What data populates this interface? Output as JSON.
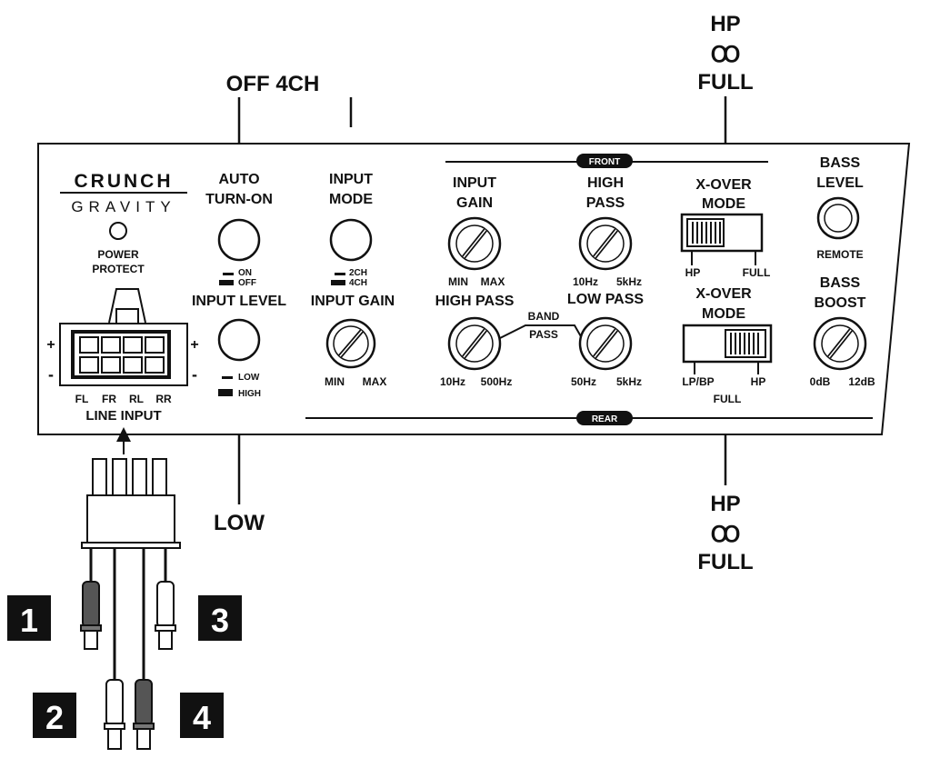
{
  "callouts": {
    "top_left": "OFF 4CH",
    "top_right_hp": "HP",
    "top_right_full": "FULL",
    "bottom_left": "LOW",
    "bottom_right_hp": "HP",
    "bottom_right_full": "FULL",
    "link_symbol": "Ꝏ"
  },
  "brand": {
    "name": "CRUNCH",
    "sub": "GRAVITY",
    "power_led": "POWER PROTECT",
    "power_l1": "POWER",
    "power_l2": "PROTECT"
  },
  "sections": {
    "front": "FRONT",
    "rear": "REAR"
  },
  "auto_turn_on": {
    "title_l1": "AUTO",
    "title_l2": "TURN-ON",
    "opt_on": "ON",
    "opt_off": "OFF"
  },
  "input_level": {
    "title": "INPUT LEVEL",
    "opt_low": "LOW",
    "opt_high": "HIGH"
  },
  "input_mode": {
    "title_l1": "INPUT",
    "title_l2": "MODE",
    "opt_2ch": "2CH",
    "opt_4ch": "4CH"
  },
  "input_gain_rear": {
    "title": "INPUT GAIN",
    "min": "MIN",
    "max": "MAX"
  },
  "input_gain_front": {
    "title_l1": "INPUT",
    "title_l2": "GAIN",
    "min": "MIN",
    "max": "MAX"
  },
  "high_pass_front": {
    "title_l1": "HIGH",
    "title_l2": "PASS",
    "min": "10Hz",
    "max": "5kHz"
  },
  "high_pass_rear": {
    "title": "HIGH PASS",
    "min": "10Hz",
    "max": "500Hz"
  },
  "low_pass_rear": {
    "title": "LOW PASS",
    "min": "50Hz",
    "max": "5kHz"
  },
  "band_pass": {
    "l1": "BAND",
    "l2": "PASS"
  },
  "xover_front": {
    "title_l1": "X-OVER",
    "title_l2": "MODE",
    "opt_hp": "HP",
    "opt_full": "FULL"
  },
  "xover_rear": {
    "title_l1": "X-OVER",
    "title_l2": "MODE",
    "opt_lpbp": "LP/BP",
    "opt_hp": "HP",
    "opt_full": "FULL"
  },
  "bass_level": {
    "title_l1": "BASS",
    "title_l2": "LEVEL",
    "remote": "REMOTE"
  },
  "bass_boost": {
    "title_l1": "BASS",
    "title_l2": "BOOST",
    "min": "0dB",
    "max": "12dB"
  },
  "line_input": {
    "title": "LINE INPUT",
    "channels": [
      "FL",
      "FR",
      "RL",
      "RR"
    ],
    "plus": "+",
    "minus": "-"
  },
  "rca_numbers": [
    "1",
    "2",
    "3",
    "4"
  ],
  "colors": {
    "ink": "#111111",
    "panel": "#ffffff",
    "rca_dark": "#555555",
    "rca_light": "#ffffff"
  }
}
